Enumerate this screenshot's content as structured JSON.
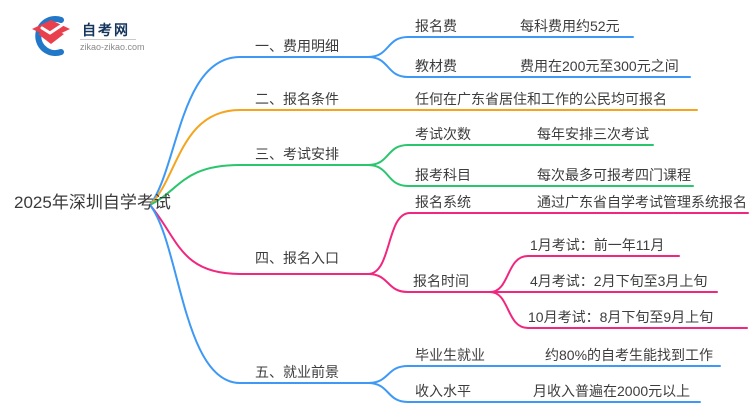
{
  "logo": {
    "site_name": "自考网",
    "site_url": "zikao-zikao.com",
    "icon_blue": "#2177C8",
    "icon_red": "#E8414D"
  },
  "root": {
    "label": "2025年深圳自学考试"
  },
  "colors": {
    "blue": "#3D99F5",
    "orange": "#F5A41D",
    "green": "#2BC56D",
    "pink": "#F0267F",
    "text": "#3d3d3d"
  },
  "branches": [
    {
      "label": "一、费用明细",
      "color": "#3D99F5",
      "children": [
        {
          "label": "报名费",
          "value": "每科费用约52元"
        },
        {
          "label": "教材费",
          "value": "费用在200元至300元之间"
        }
      ]
    },
    {
      "label": "二、报名条件",
      "color": "#F5A41D",
      "children": [
        {
          "label": "",
          "value": "任何在广东省居住和工作的公民均可报名"
        }
      ]
    },
    {
      "label": "三、考试安排",
      "color": "#2BC56D",
      "children": [
        {
          "label": "考试次数",
          "value": "每年安排三次考试"
        },
        {
          "label": "报考科目",
          "value": "每次最多可报考四门课程"
        }
      ]
    },
    {
      "label": "四、报名入口",
      "color": "#F0267F",
      "children": [
        {
          "label": "报名系统",
          "value": "通过广东省自学考试管理系统报名"
        },
        {
          "label": "报名时间",
          "children": [
            "1月考试：前一年11月",
            "4月考试：2月下旬至3月上旬",
            "10月考试：8月下旬至9月上旬"
          ]
        }
      ]
    },
    {
      "label": "五、就业前景",
      "color": "#3D99F5",
      "children": [
        {
          "label": "毕业生就业",
          "value": "约80%的自考生能找到工作"
        },
        {
          "label": "收入水平",
          "value": "月收入普遍在2000元以上"
        }
      ]
    }
  ]
}
